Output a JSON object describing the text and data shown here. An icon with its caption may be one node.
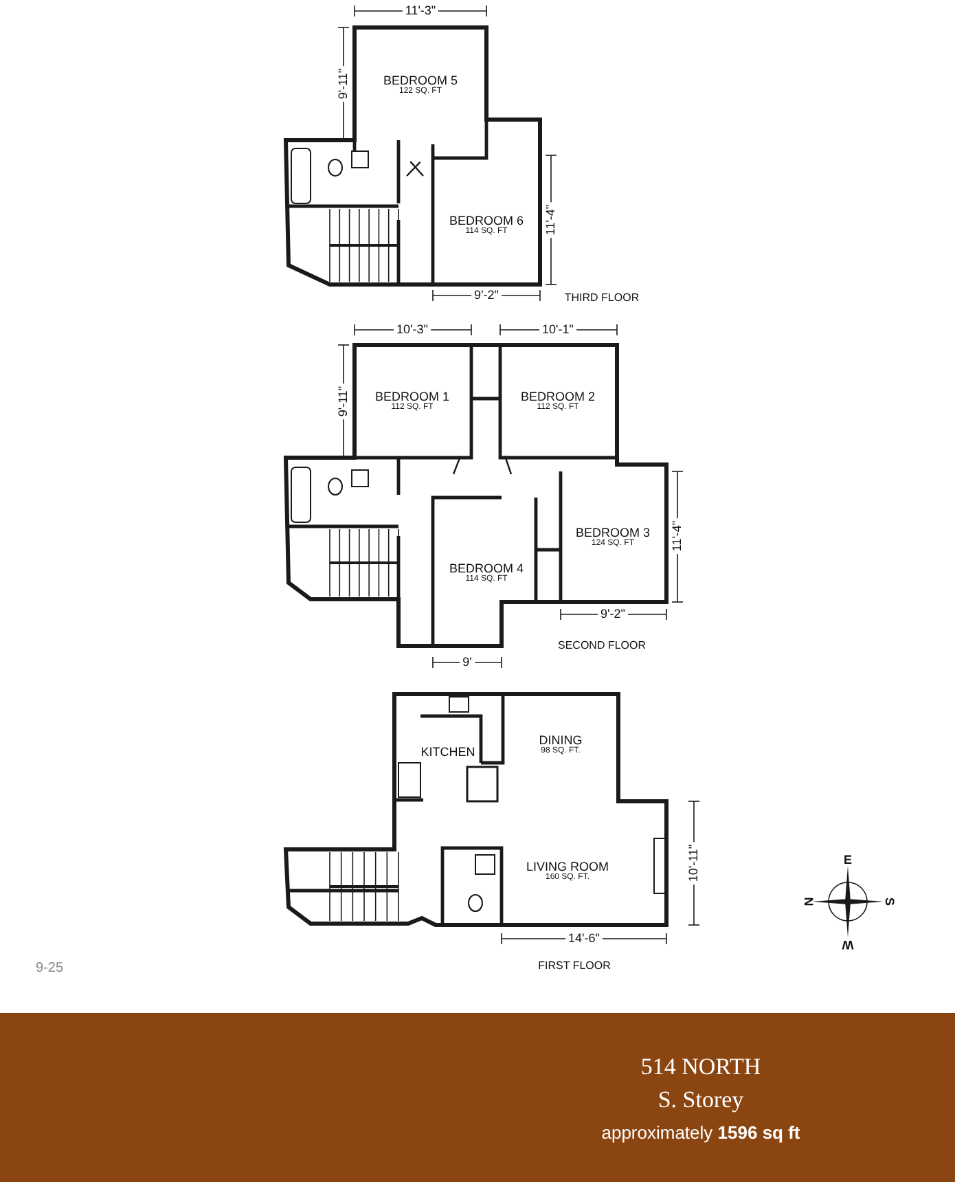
{
  "diagram": {
    "nodes": [
      {
        "text": [
          "BEDROOM 5",
          "122 SQ. FT"
        ]
      },
      {
        "text": [
          "BEDROOM 6",
          "114 SQ. FT"
        ]
      },
      {
        "text": [
          "BEDROOM 1",
          "112 SQ. FT"
        ]
      },
      {
        "text": [
          "BEDROOM 2",
          "112 SQ. FT"
        ]
      },
      {
        "text": [
          "BEDROOM 3",
          "124 SQ. FT"
        ]
      },
      {
        "text": [
          "BEDROOM 4",
          "114 SQ. FT"
        ]
      },
      {
        "text": [
          "KITCHEN"
        ]
      },
      {
        "text": [
          "DINING",
          "98 SQ. FT."
        ]
      },
      {
        "text": [
          "LIVING ROOM",
          "160 SQ. FT."
        ]
      }
    ],
    "labels": [
      "11'-3\"",
      "9'-11\"",
      "11'-4\"",
      "9'-2\"",
      "THIRD FLOOR",
      "10'-3\"",
      "10'-1\"",
      "9'-11\"",
      "11'-4\"",
      "9'-2\"",
      "SECOND FLOOR",
      "9'",
      "10'-11\"",
      "14'-6\"",
      "FIRST FLOOR",
      "E",
      "N",
      "S",
      "W",
      "9-25",
      "514 NORTH",
      "S. Storey",
      "approximately **1596 sq ft**"
    ]
  }
}
